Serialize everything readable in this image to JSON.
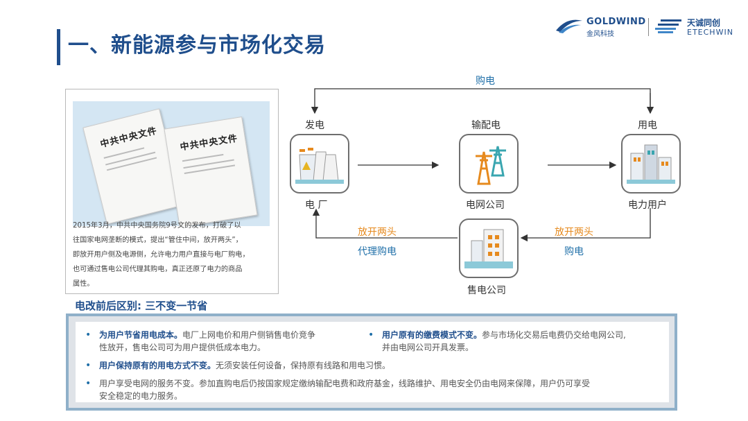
{
  "header": {
    "title": "一、新能源参与市场化交易",
    "logo_goldwind_en": "GOLDWIND",
    "logo_goldwind_cn": "金风科技",
    "logo_etechwin_cn": "天诚同创",
    "logo_etechwin_en": "ETECHWIN"
  },
  "document_panel": {
    "paper_heading_1": "中共中央文件",
    "paper_heading_2": "中共中央文件",
    "text_lines": [
      "2015年3月，中共中央国务院9号文的发布，打破了以",
      "往国家电网垄断的模式，提出“管住中间，放开两头”，",
      "即放开用户侧及电源侧，允许电力用户直接与电厂购电，",
      "也可通过售电公司代理其购电，真正还原了电力的商品",
      "属性。"
    ]
  },
  "diagram": {
    "top_arrow_label": "购电",
    "node_power_plant_top": "发电",
    "node_power_plant_bottom": "电 厂",
    "node_grid_top": "输配电",
    "node_grid_bottom": "电网公司",
    "node_user_top": "用电",
    "node_user_bottom": "电力用户",
    "node_retailer_bottom": "售电公司",
    "left_label_1": "放开两头",
    "left_label_2": "代理购电",
    "right_label_1": "放开两头",
    "right_label_2": "购电"
  },
  "summary": {
    "subtitle": "电改前后区别: 三不变一节省",
    "b1_hl": "为用户节省用电成本。",
    "b1_l1": "电厂上网电价和用户侧销售电价竞争",
    "b1_l2": "性放开，售电公司可为用户提供低成本电力。",
    "b2_hl": "用户原有的缴费模式不变。",
    "b2_l1": "参与市场化交易后电费仍交给电网公司,",
    "b2_l2": "并由电网公司开具发票。",
    "b3_hl": "用户保持原有的用电方式不变。",
    "b3_l1": "无须安装任何设备，保持原有线路和用电习惯。",
    "b4_l1": "用户享受电网的服务不变。参加直购电后仍按国家规定缴纳输配电费和政府基金，线路维护、用电安全仍由电网来保障，用户仍可享受",
    "b4_l2": "安全稳定的电力服务。"
  },
  "colors": {
    "primary": "#1f4e8c",
    "accent_orange": "#e68a1e",
    "accent_blue": "#1f6fa8"
  }
}
